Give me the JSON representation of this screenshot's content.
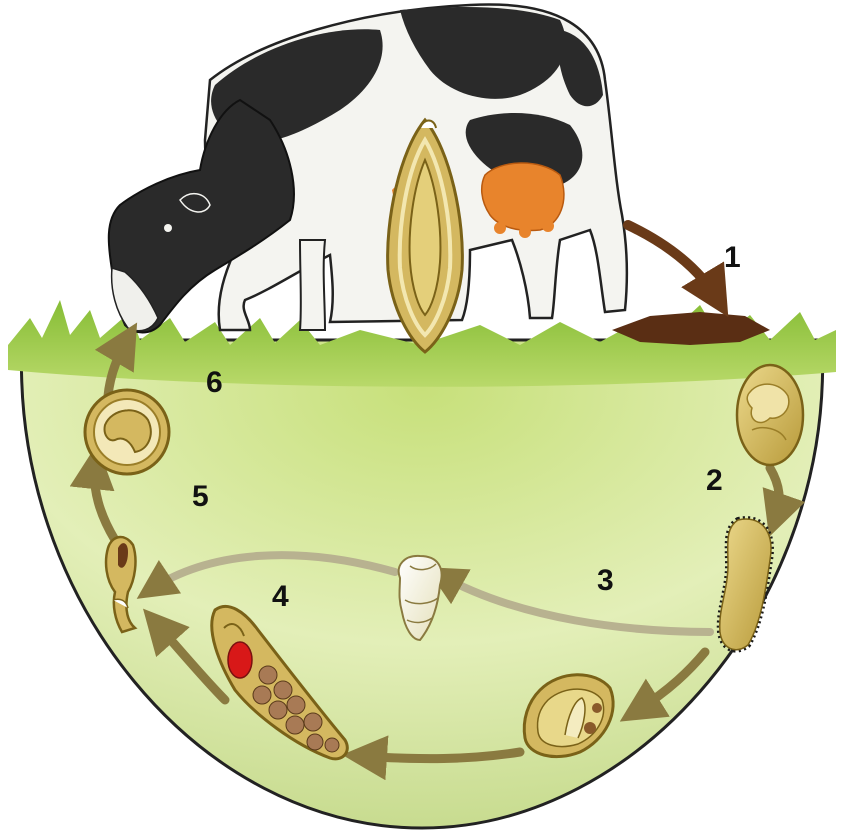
{
  "diagram": {
    "steps": [
      {
        "id": "1",
        "label": "1"
      },
      {
        "id": "2",
        "label": "2"
      },
      {
        "id": "3",
        "label": "3"
      },
      {
        "id": "4",
        "label": "4"
      },
      {
        "id": "5",
        "label": "5"
      },
      {
        "id": "6",
        "label": "6"
      }
    ],
    "colors": {
      "pasture_light": "#e2efb4",
      "pasture_dark": "#6ea82d",
      "grass": "#8cc43a",
      "cow_black": "#2a2a2a",
      "cow_white": "#f4f4f0",
      "udder": "#e8842c",
      "parasite_stage_fill": "#d4b860",
      "parasite_stage_edge": "#7a6218",
      "arrow": "#8a7a40",
      "manure": "#5a2e14"
    }
  }
}
